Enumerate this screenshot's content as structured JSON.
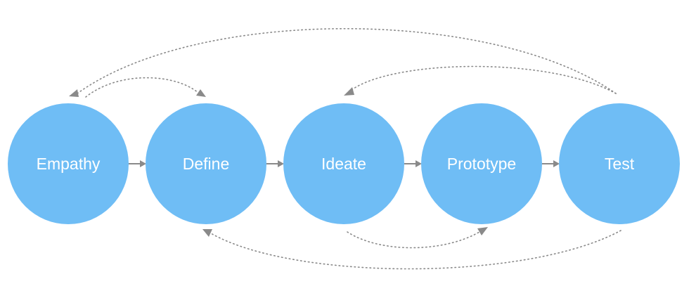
{
  "stages": [
    {
      "id": "empathy",
      "label": "Empathy"
    },
    {
      "id": "define",
      "label": "Define"
    },
    {
      "id": "ideate",
      "label": "Ideate"
    },
    {
      "id": "prototype",
      "label": "Prototype"
    },
    {
      "id": "test",
      "label": "Test"
    }
  ],
  "colors": {
    "node_fill": "#6fbdf5",
    "node_text": "#ffffff",
    "connector": "#8a8a8a"
  },
  "forward_links": [
    {
      "from": "empathy",
      "to": "define"
    },
    {
      "from": "define",
      "to": "ideate"
    },
    {
      "from": "ideate",
      "to": "prototype"
    },
    {
      "from": "prototype",
      "to": "test"
    }
  ],
  "loop_links": [
    {
      "from": "test",
      "to": "empathy",
      "style": "dotted"
    },
    {
      "from": "empathy",
      "to": "define",
      "style": "dotted"
    },
    {
      "from": "test",
      "to": "ideate",
      "style": "dotted"
    },
    {
      "from": "ideate",
      "to": "prototype",
      "style": "dotted"
    },
    {
      "from": "test",
      "to": "define",
      "style": "dotted"
    }
  ]
}
